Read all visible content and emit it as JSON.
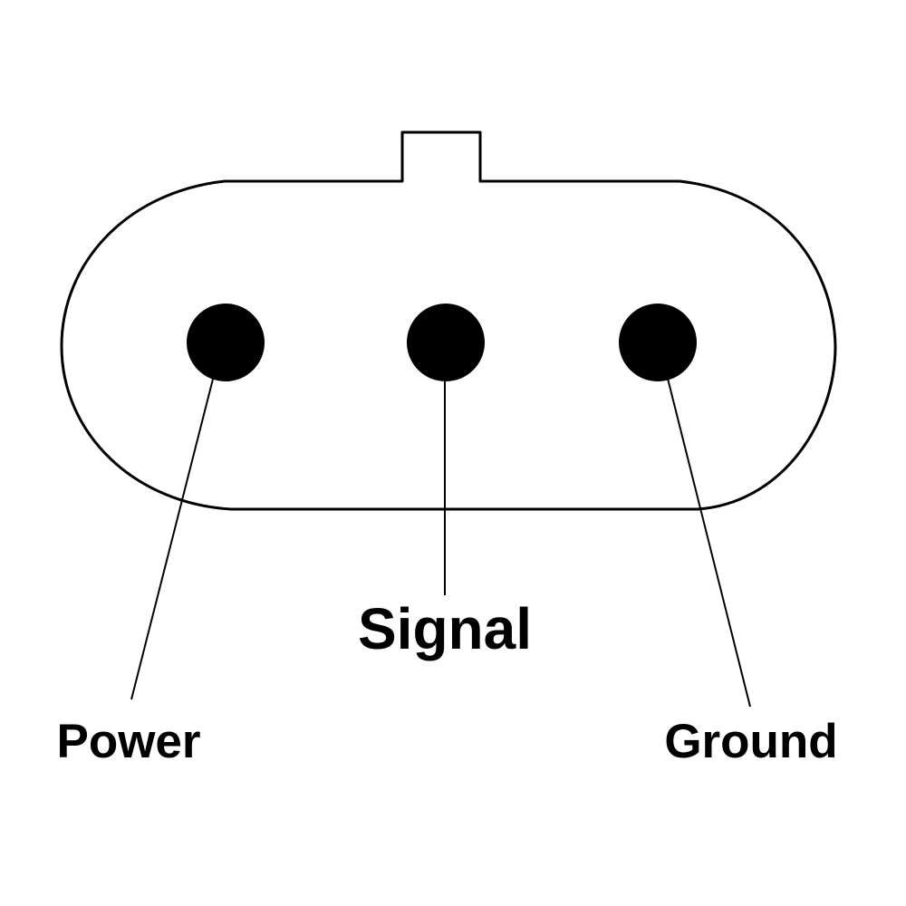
{
  "colors": {
    "background": "#ffffff",
    "stroke": "#000000",
    "pin_fill": "#000000"
  },
  "labels": {
    "signal": "Signal",
    "power": "Power",
    "ground": "Ground"
  }
}
